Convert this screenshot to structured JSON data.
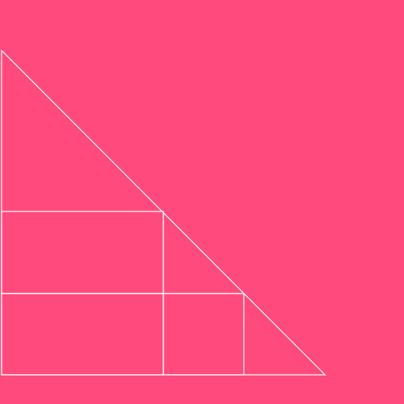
{
  "canvas": {
    "background": "#FF4A7D",
    "stroke": "#FFFFFF"
  },
  "diagram": {
    "shapes": [
      {
        "kind": "right-triangle",
        "name": "triangle-outline"
      },
      {
        "kind": "rectangle",
        "name": "upper-left-square"
      },
      {
        "kind": "rectangle",
        "name": "lower-left-square"
      },
      {
        "kind": "rectangle",
        "name": "lower-right-square"
      }
    ]
  }
}
